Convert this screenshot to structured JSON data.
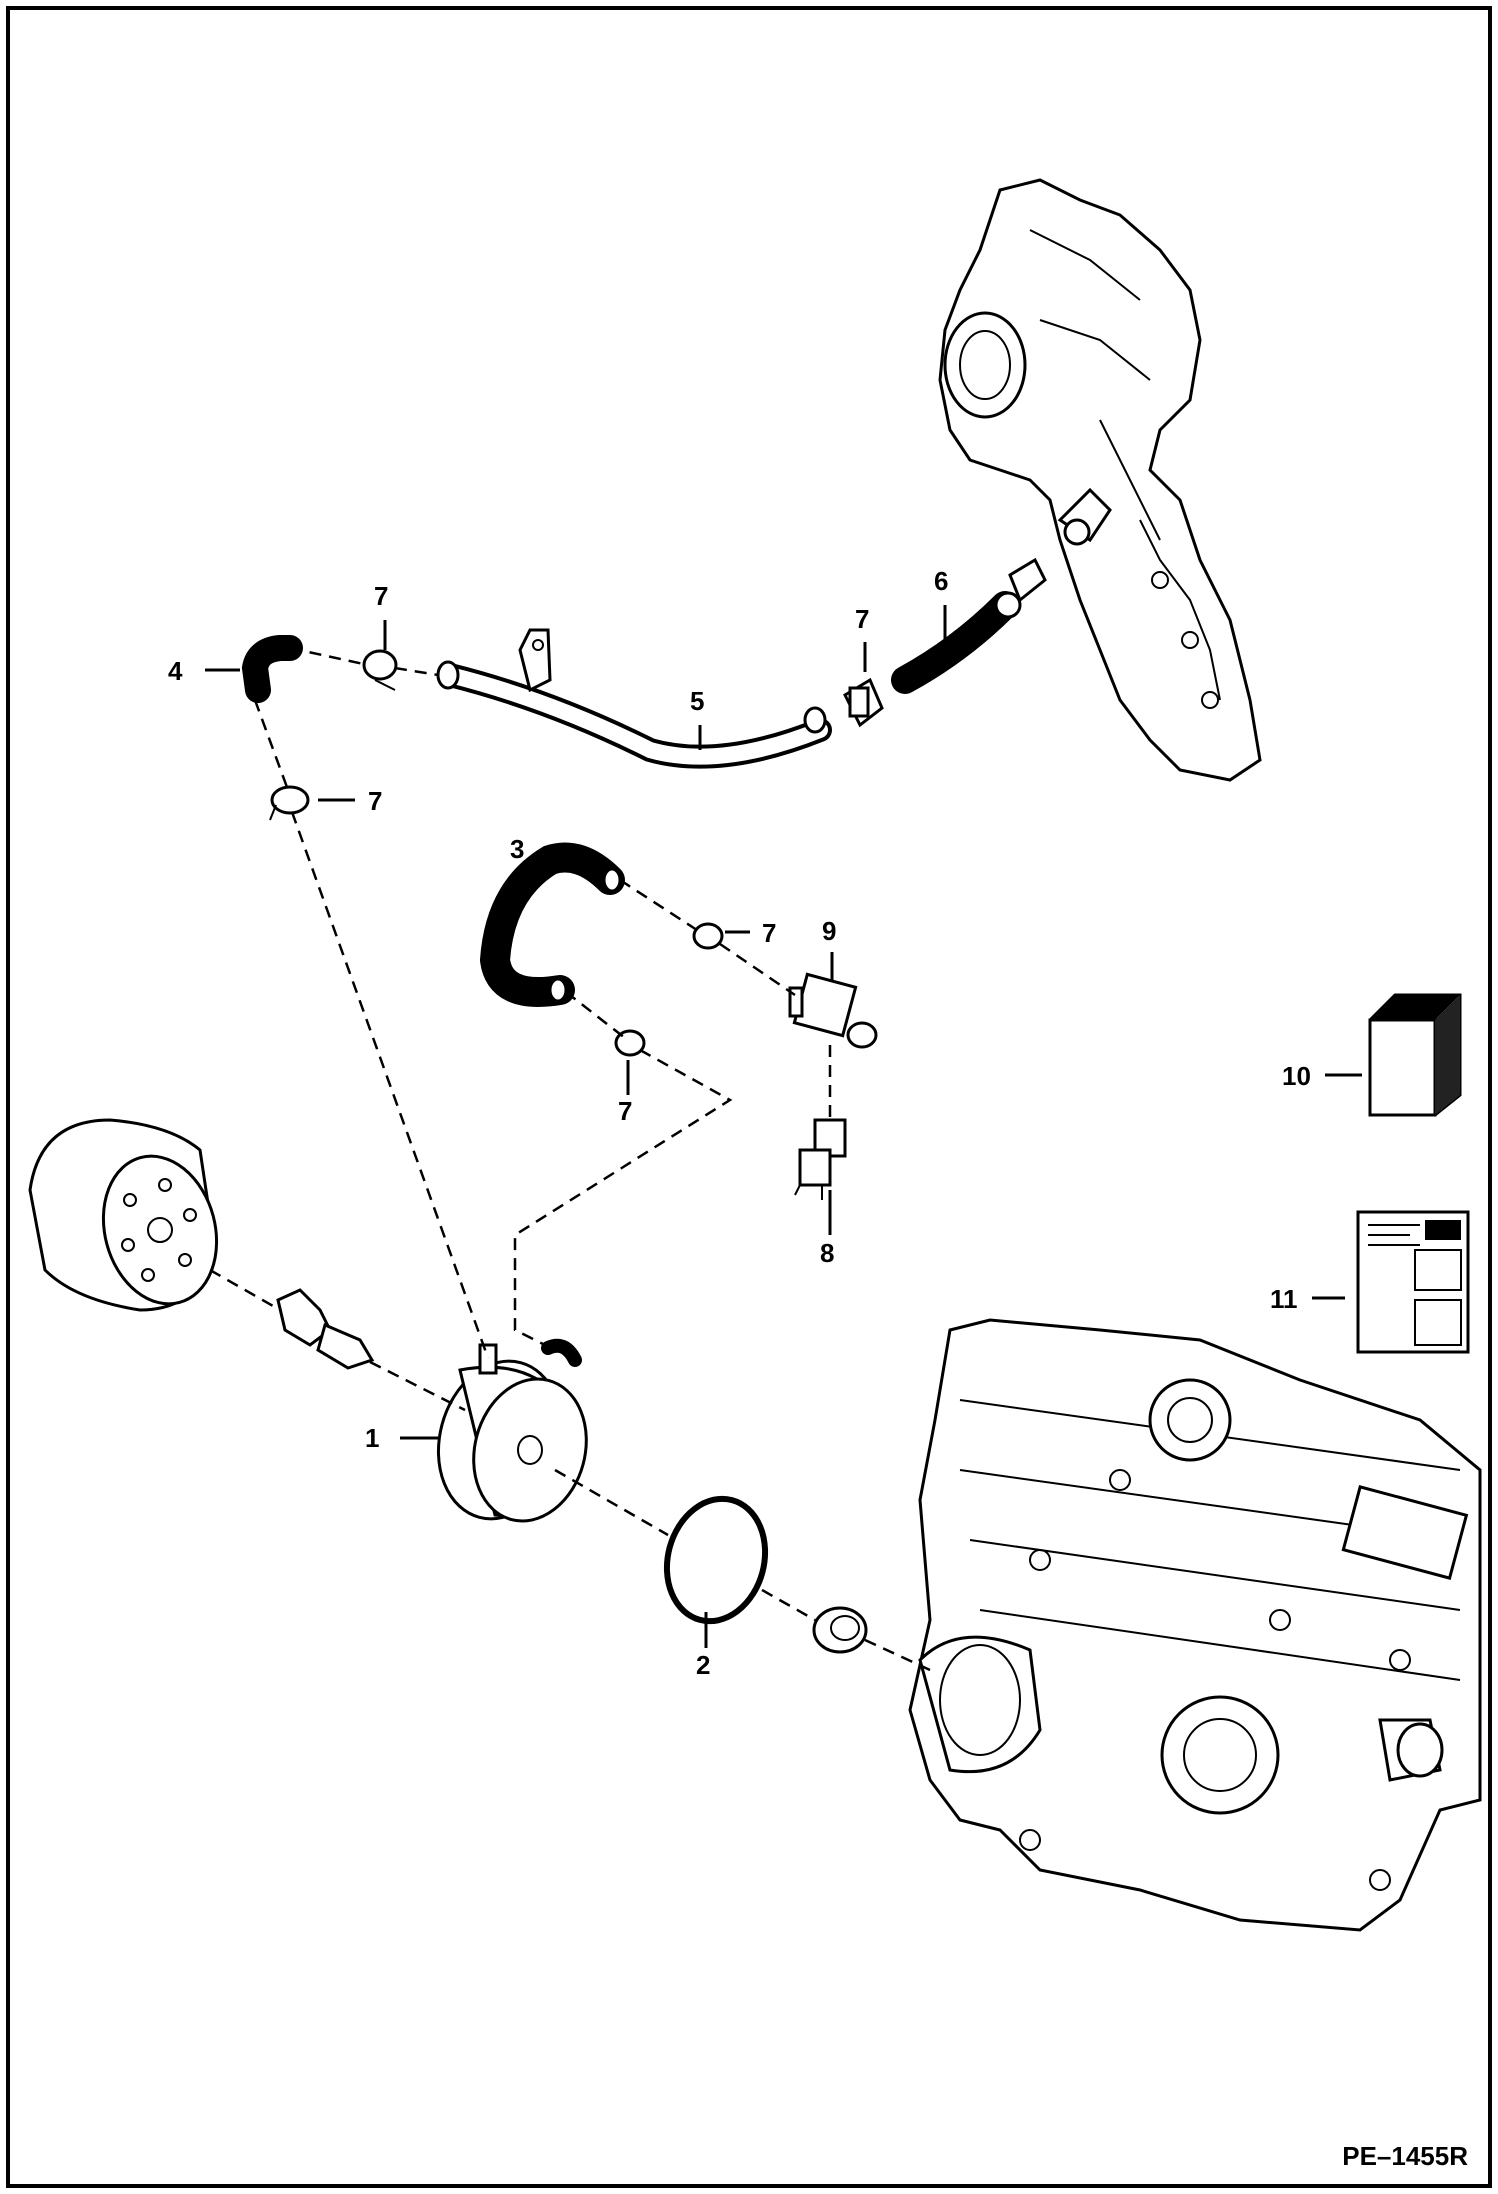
{
  "drawing": {
    "code": "PE–1455R"
  },
  "callouts": [
    {
      "id": "c1",
      "text": "1"
    },
    {
      "id": "c2",
      "text": "2"
    },
    {
      "id": "c3",
      "text": "3"
    },
    {
      "id": "c4",
      "text": "4"
    },
    {
      "id": "c5",
      "text": "5"
    },
    {
      "id": "c6",
      "text": "6"
    },
    {
      "id": "c7a",
      "text": "7"
    },
    {
      "id": "c7b",
      "text": "7"
    },
    {
      "id": "c7c",
      "text": "7"
    },
    {
      "id": "c7d",
      "text": "7"
    },
    {
      "id": "c7e",
      "text": "7"
    },
    {
      "id": "c8",
      "text": "8"
    },
    {
      "id": "c9",
      "text": "9"
    },
    {
      "id": "c10",
      "text": "10"
    },
    {
      "id": "c11",
      "text": "11"
    }
  ],
  "colors": {
    "ink": "#000000",
    "paper": "#ffffff"
  }
}
